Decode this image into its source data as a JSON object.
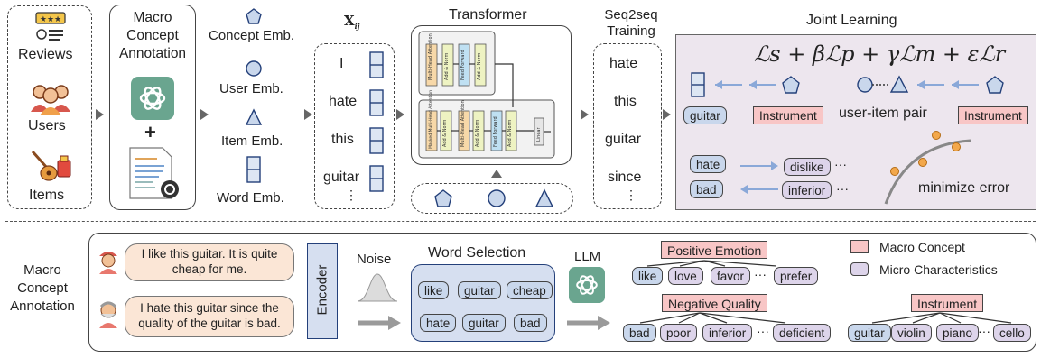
{
  "inputs": {
    "reviews": "Reviews",
    "users": "Users",
    "items": "Items"
  },
  "macro_box": {
    "title": "Macro Concept Annotation",
    "plus": "+"
  },
  "embeddings": {
    "concept": "Concept Emb.",
    "user": "User Emb.",
    "item": "Item Emb.",
    "word": "Word Emb."
  },
  "sequence": {
    "label": "X",
    "sub": "ij",
    "words": [
      "I",
      "hate",
      "this",
      "guitar",
      "⋮"
    ]
  },
  "transformer": {
    "title": "Transformer",
    "add_norm": "Add & Norm",
    "feed_forward": "Feed Forward",
    "mha": "Multi-Head Attention",
    "masked_mha": "Masked Multi-Head Attention",
    "linear": "Linear"
  },
  "seq2seq": {
    "title": "Seq2seq Training",
    "words": [
      "hate",
      "this",
      "guitar",
      "since",
      "⋮"
    ]
  },
  "joint": {
    "title": "Joint Learning",
    "formula": "ℒs + βℒp + γℒm + εℒr",
    "guitar": "guitar",
    "instrument_left": "Instrument",
    "pair": "user-item pair",
    "instrument_right": "Instrument",
    "hate": "hate",
    "bad": "bad",
    "dislike": "dislike",
    "inferior": "inferior",
    "ellipsis": "···",
    "minimize": "minimize error"
  },
  "bottom": {
    "section_label": "Macro Concept Annotation",
    "review1": "I like this guitar. It is quite cheap for me.",
    "review2": "I hate this guitar since the quality of the guitar is bad.",
    "encoder": "Encoder",
    "noise": "Noise",
    "word_selection": "Word Selection",
    "selected": [
      "like",
      "guitar",
      "cheap",
      "hate",
      "guitar",
      "bad"
    ],
    "llm": "LLM",
    "positive": {
      "concept": "Positive Emotion",
      "words": [
        "like",
        "love",
        "favor",
        "prefer"
      ]
    },
    "negative": {
      "concept": "Negative Quality",
      "words": [
        "bad",
        "poor",
        "inferior",
        "deficient"
      ]
    },
    "instrument": {
      "concept": "Instrument",
      "words": [
        "guitar",
        "violin",
        "piano",
        "cello"
      ]
    },
    "ellipsis": "···",
    "legend_macro": "Macro Concept",
    "legend_micro": "Micro Characteristics"
  },
  "colors": {
    "pink": "#f8c6c6",
    "blue": "#c9d7ec",
    "lavender": "#ddd4ea",
    "joint_bg": "#ede6ee",
    "chatgpt_green": "#6aa58f",
    "review_bubble": "#fbe6d6"
  }
}
